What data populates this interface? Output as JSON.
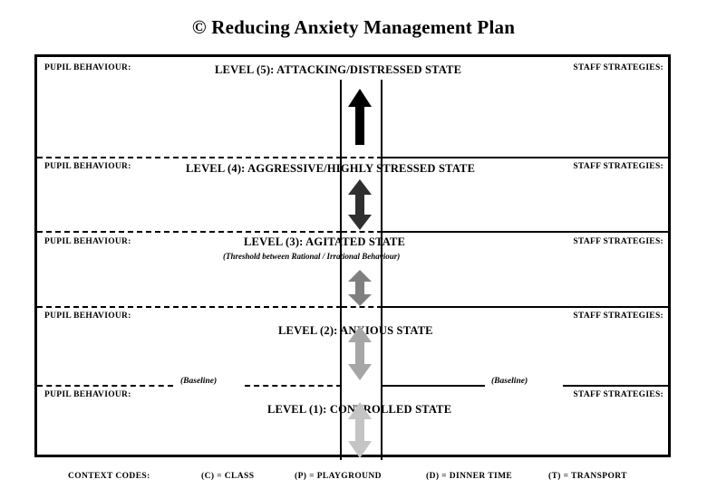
{
  "document": {
    "title": "© Reducing Anxiety Management Plan"
  },
  "columns": {
    "pupil_label": "PUPIL BEHAVIOUR:",
    "staff_label": "STAFF STRATEGIES:"
  },
  "levels": [
    {
      "id": "level-5",
      "title": "LEVEL (5): ATTACKING/DISTRESSED STATE",
      "subtitle": "",
      "arrow": {
        "direction": "up",
        "color": "#000000",
        "height": 60,
        "width": 28
      }
    },
    {
      "id": "level-4",
      "title": "LEVEL (4): AGGRESSIVE/HIGHLY STRESSED STATE",
      "subtitle": "",
      "arrow": {
        "direction": "both",
        "color": "#2f2f2f",
        "height": 58,
        "width": 28
      }
    },
    {
      "id": "level-3",
      "title": "LEVEL (3): AGITATED STATE",
      "subtitle": "(Threshold between Rational / Irrational Behaviour)",
      "arrow": {
        "direction": "both",
        "color": "#808080",
        "height": 42,
        "width": 28
      }
    },
    {
      "id": "level-2",
      "title": "LEVEL (2): ANXIOUS STATE",
      "subtitle": "",
      "arrow": {
        "direction": "both",
        "color": "#a6a6a6",
        "height": 62,
        "width": 28
      }
    },
    {
      "id": "level-1",
      "title": "LEVEL (1): CONTROLLED STATE",
      "subtitle": "",
      "arrow": {
        "direction": "both",
        "color": "#c4c4c4",
        "height": 62,
        "width": 28
      }
    }
  ],
  "baseline": {
    "left_label": "(Baseline)",
    "right_label": "(Baseline)"
  },
  "context_codes": {
    "heading": "CONTEXT CODES:",
    "items": [
      "(C) = CLASS",
      "(P) = PLAYGROUND",
      "(D) = DINNER TIME",
      "(T) = TRANSPORT"
    ]
  }
}
